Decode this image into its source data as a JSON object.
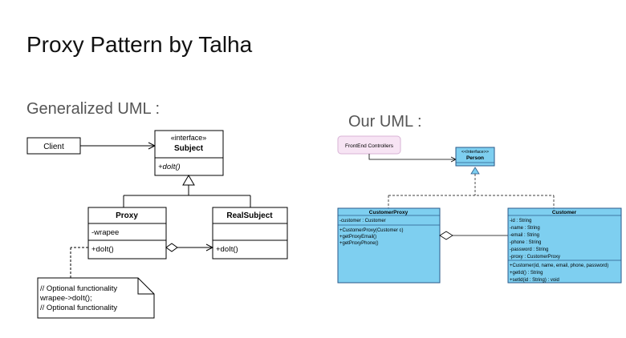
{
  "slide": {
    "title": "Proxy Pattern by Talha",
    "generalized_label": "Generalized UML :",
    "our_label": "Our UML :"
  },
  "generalized": {
    "client": "Client",
    "subject": {
      "stereotype": "«interface»",
      "name": "Subject",
      "method": "+doIt()"
    },
    "proxy": {
      "name": "Proxy",
      "field": "-wrapee",
      "method": "+doIt()"
    },
    "real_subject": {
      "name": "RealSubject",
      "method": "+doIt()"
    },
    "note": [
      "// Optional functionality",
      "wrapee->doIt();",
      "// Optional functionality"
    ]
  },
  "ours": {
    "frontend": "FrontEnd Controllers",
    "person": {
      "stereotype": "<<Interface>>",
      "name": "Person"
    },
    "customer_proxy": {
      "name": "CustomerProxy",
      "fields": [
        "-customer : Customer"
      ],
      "methods": [
        "+CustomerProxy(Customer c)",
        "+getProxyEmail()",
        "+getProxyPhone()"
      ]
    },
    "customer": {
      "name": "Customer",
      "fields": [
        "-id : String",
        "-name : String",
        "-email : String",
        "-phone : String",
        "-password : String",
        "-proxy : CustomerProxy"
      ],
      "methods": [
        "+Customer(id, name, email, phone, password)",
        "+getId() : String",
        "+setId(id : String) : void"
      ]
    },
    "colors": {
      "class_fill": "#7ecff0",
      "class_border": "#2a5a8a",
      "frontend_fill": "#f7e4f4",
      "frontend_border": "#d8b3d6"
    }
  }
}
